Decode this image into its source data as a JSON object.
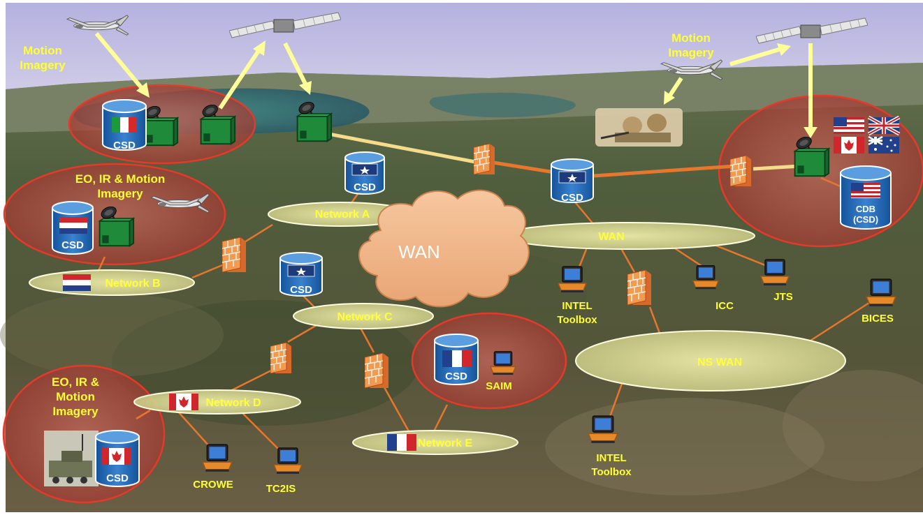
{
  "labels": {
    "motion_imagery_left": [
      "Motion",
      "Imagery"
    ],
    "motion_imagery_right": [
      "Motion",
      "Imagery"
    ],
    "eo_ir_motion_1": [
      "EO, IR & Motion",
      "Imagery"
    ],
    "eo_ir_motion_2": [
      "EO, IR &",
      "Motion",
      "Imagery"
    ],
    "wan_cloud": "WAN",
    "wan": "WAN",
    "ns_wan": "NS WAN",
    "network_a": "Network A",
    "network_b": "Network B",
    "network_c": "Network C",
    "network_d": "Network D",
    "network_e": "Network E",
    "csd": "CSD",
    "cdb": [
      "CDB",
      "(CSD)"
    ],
    "intel_toolbox_1": [
      "INTEL",
      "Toolbox"
    ],
    "intel_toolbox_2": [
      "INTEL",
      "Toolbox"
    ],
    "icc": "ICC",
    "jts": "JTS",
    "bices": "BICES",
    "saim": "SAIM",
    "crowe": "CROWE",
    "tc2is": "TC2IS"
  },
  "colors": {
    "label_yellow": "#ffff33",
    "arrow_yellow": "#ffff99",
    "link_orange": "#e8772e",
    "wan_link": "#f5dc8a",
    "region_red": "#e53a2a",
    "cylinder_blue": "#1f63b0",
    "terminal_green": "#1e8a3a",
    "firewall_orange": "#f28a3c",
    "sky": "#b9b6e2"
  },
  "icons": [
    "satellite-icon",
    "uav-icon",
    "ground-terminal-icon",
    "firewall-icon",
    "laptop-icon",
    "database-icon",
    "nato-star-icon",
    "flag-italy-icon",
    "flag-netherlands-icon",
    "flag-canada-icon",
    "flag-france-icon",
    "flag-usa-icon",
    "flag-uk-icon",
    "flag-australia-icon"
  ]
}
